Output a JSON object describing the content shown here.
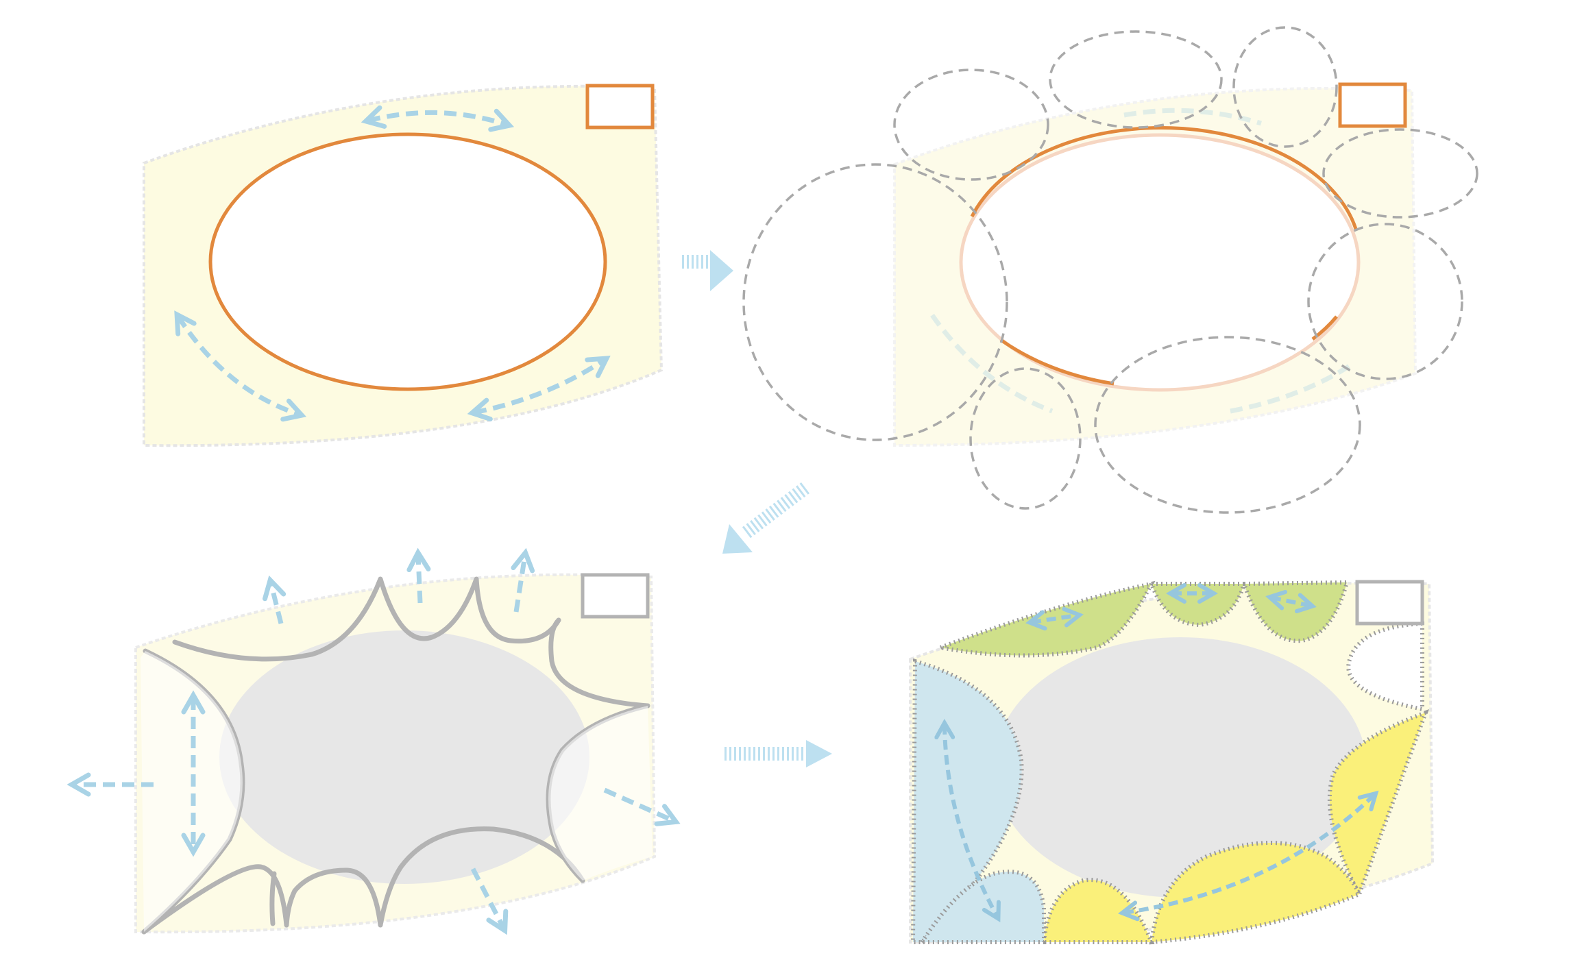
{
  "diagram": {
    "description_text": "",
    "panels": [
      {
        "id": "panel-1",
        "stage": 1
      },
      {
        "id": "panel-2",
        "stage": 2
      },
      {
        "id": "panel-3",
        "stage": 3
      },
      {
        "id": "panel-4",
        "stage": 4
      }
    ],
    "transitions": [
      {
        "from": "panel-1",
        "to": "panel-2",
        "direction": "right"
      },
      {
        "from": "panel-2",
        "to": "panel-3",
        "direction": "down-left"
      },
      {
        "from": "panel-3",
        "to": "panel-4",
        "direction": "right"
      }
    ]
  },
  "colors": {
    "site_fill": "#fdfbe0",
    "site_edge": "#e6e6e6",
    "orange": "#e2883c",
    "gray_line": "#b3b3b3",
    "dashed_gray": "#a9a9a9",
    "blue_arrow": "#a9d3e6",
    "green_zone": "#cfe08a",
    "yellow_zone": "#faf07a",
    "blue_zone": "#cfe6ee",
    "center_gray": "#e7e7e7"
  },
  "icons": {
    "transition_arrow": "block-arrow-icon",
    "flow_arrow": "dashed-double-arrow-icon",
    "outward_arrow": "dashed-arrow-icon"
  }
}
